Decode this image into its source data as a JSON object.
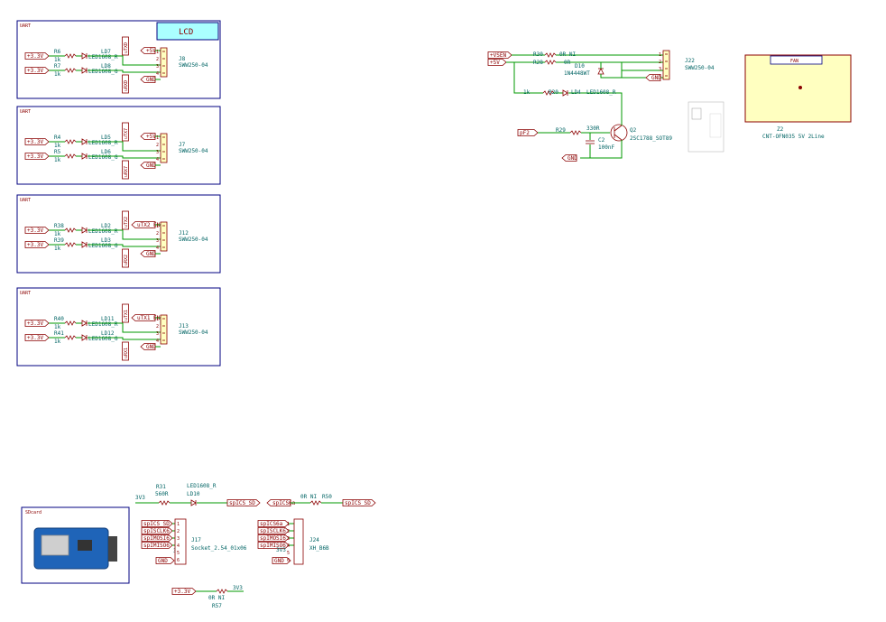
{
  "uart_blocks": [
    {
      "title": "UART",
      "r1": "R6",
      "r1v": "1k",
      "r2": "R7",
      "r2v": "1k",
      "ld1": "LD7",
      "ld2": "LD8",
      "ld1v": "LED1608_R",
      "ld2v": "LED1608_G",
      "pwr": "+5V",
      "gnd": "GND",
      "tx": "uTXD",
      "rx": "uRXD",
      "conn": "J8",
      "connv": "SWW250-04",
      "rail": "+3.3V",
      "pins": [
        "1",
        "2",
        "3",
        "4"
      ]
    },
    {
      "title": "UART",
      "r1": "R4",
      "r1v": "1k",
      "r2": "R5",
      "r2v": "1k",
      "ld1": "LD5",
      "ld2": "LD6",
      "ld1v": "LED1608_R",
      "ld2v": "LED1608_G",
      "pwr": "+5V",
      "gnd": "GND",
      "tx": "uTX7",
      "rx": "uRX7",
      "conn": "J7",
      "connv": "SWW250-04",
      "rail": "+3.3V",
      "pins": [
        "1",
        "2",
        "3",
        "4"
      ]
    },
    {
      "title": "UART",
      "r1": "R38",
      "r1v": "1k",
      "r2": "R39",
      "r2v": "1k",
      "ld1": "LD2",
      "ld2": "LD3",
      "ld1v": "LED1608_R",
      "ld2v": "LED1608_G",
      "pwr": "uTX2_EN",
      "gnd": "GND",
      "tx": "uTX2",
      "rx": "uRX2",
      "conn": "J12",
      "connv": "SWW250-04",
      "rail": "+3.3V",
      "pins": [
        "1",
        "2",
        "3",
        "4"
      ]
    },
    {
      "title": "UART",
      "r1": "R40",
      "r1v": "1k",
      "r2": "R41",
      "r2v": "1k",
      "ld1": "LD11",
      "ld2": "LD12",
      "ld1v": "LED1608_R",
      "ld2v": "LED1608_G",
      "pwr": "uTX1_EN",
      "gnd": "GND",
      "tx": "uTX1",
      "rx": "uRX1",
      "conn": "J13",
      "connv": "SWW250-04",
      "rail": "+3.3V",
      "pins": [
        "1",
        "2",
        "3",
        "4"
      ]
    }
  ],
  "lcd_label": "LCD",
  "fan_circuit": {
    "vsen": "+VSEN",
    "p5": "+5V",
    "r30": "R30",
    "r30v": "0R NI",
    "r28": "R28",
    "r28v": "0R",
    "d10": "D10",
    "d10v": "1N4448WT",
    "r1k": "1k",
    "r20": "R20",
    "ld4": "LD4",
    "ld4v": "LED1608_R",
    "j22": "J22",
    "j22v": "SWW250-04",
    "gnd": "GND",
    "pins": [
      "1",
      "2",
      "3",
      "4"
    ],
    "pf2": "pF2",
    "r29": "R29",
    "r29v": "330R",
    "q2": "Q2",
    "q2v": "2SC1788_SOT89",
    "c2": "C2",
    "c2v": "100nF",
    "gnd2": "GND"
  },
  "fan_module": {
    "label": "FAN",
    "ref": "Z2",
    "val": "CNT-OFN035 5V 2Line"
  },
  "sd_section": {
    "title": "SDcard",
    "r31": "R31",
    "r31v": "560R",
    "ld10": "LD10",
    "ld10v": "LED1608_R",
    "net3v3": "3V3",
    "cs_net": "spICS_SD",
    "j17": "J17",
    "j17v": "Socket_2.54_01x06",
    "j17pins": [
      "spICS_SD",
      "spISCLK6",
      "spIMOSI6",
      "spIMISO6"
    ],
    "pinnums": [
      "1",
      "2",
      "3",
      "4",
      "5",
      "6"
    ],
    "r50": "R50",
    "r50v": "0R NI",
    "cs6a": "spICS6a",
    "cs_sd2": "spICS_SD",
    "j24": "J24",
    "j24v": "XH_B6B",
    "j24pins": [
      "spICS6a",
      "spISCLK6",
      "spIMOSI6",
      "spIMISO6"
    ],
    "rail": "+3.3V",
    "r57": "R57",
    "r57v": "0R NI",
    "v3v3": "3V3",
    "gnd": "GND"
  }
}
